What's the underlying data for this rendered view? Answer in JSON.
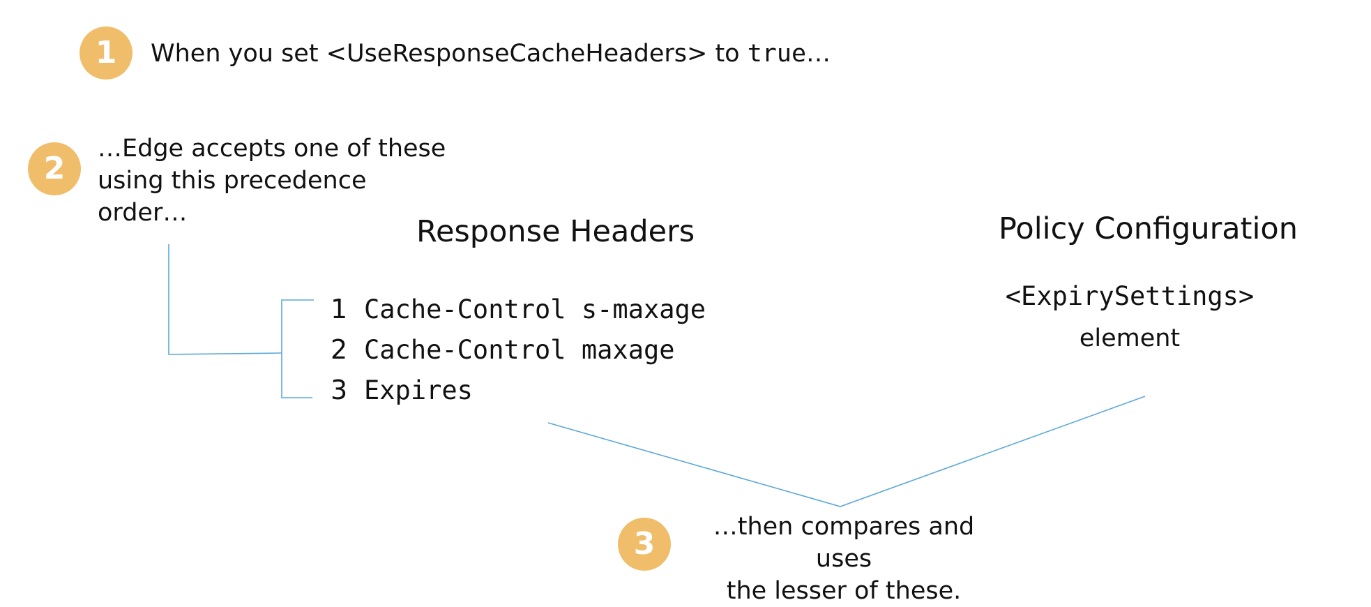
{
  "colors": {
    "badge": "#f0bd6a",
    "connector": "#5ca8d8",
    "text": "#111111"
  },
  "step1": {
    "number": "1",
    "text_prefix": "When you set <UseResponseCacheHeaders> to ",
    "text_code": "true",
    "text_suffix": "…"
  },
  "step2": {
    "number": "2",
    "lines": [
      "…Edge accepts one of these",
      "using this precedence",
      "order…"
    ]
  },
  "response_headers": {
    "title": "Response Headers",
    "items": [
      {
        "number": "1",
        "text": "Cache-Control s-maxage"
      },
      {
        "number": "2",
        "text": "Cache-Control maxage"
      },
      {
        "number": "3",
        "text": "Expires"
      }
    ]
  },
  "policy_configuration": {
    "title": "Policy Configuration",
    "element_code": "<ExpirySettings>",
    "element_label": "element"
  },
  "step3": {
    "number": "3",
    "lines": [
      "…then compares and uses",
      "the lesser of these."
    ]
  }
}
